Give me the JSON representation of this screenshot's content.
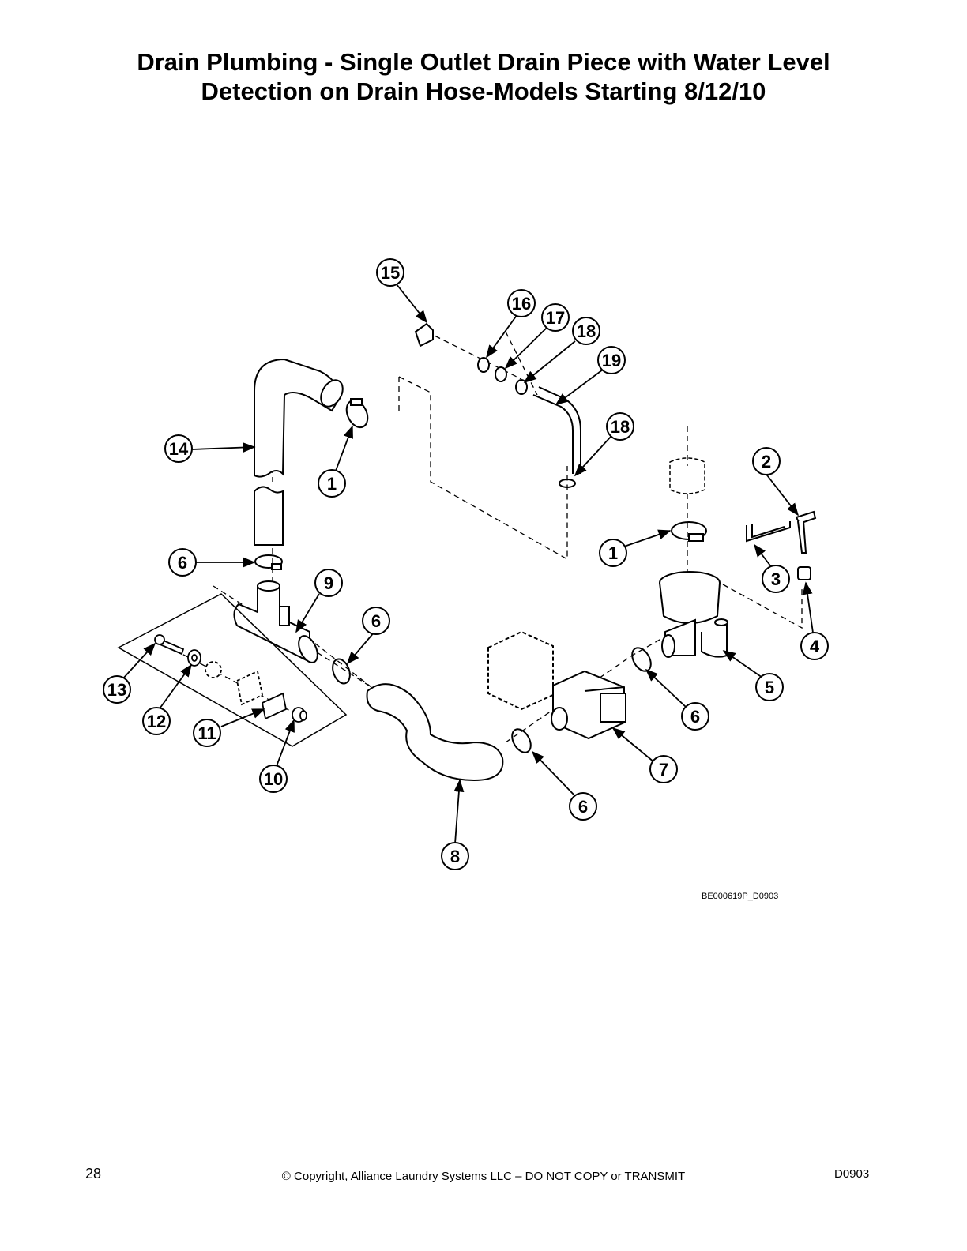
{
  "title": {
    "line1": "Drain Plumbing - Single Outlet Drain Piece with Water Level",
    "line2": "Detection on Drain Hose-Models Starting 8/12/10"
  },
  "diagram": {
    "callouts": [
      "15",
      "16",
      "17",
      "18",
      "19",
      "14",
      "1",
      "18",
      "2",
      "1",
      "3",
      "4",
      "6",
      "9",
      "6",
      "5",
      "13",
      "12",
      "11",
      "10",
      "6",
      "7",
      "6",
      "8"
    ],
    "figure_id": "BE000619P_D0903"
  },
  "footer": {
    "page_number": "28",
    "copyright": "© Copyright, Alliance Laundry Systems LLC – DO NOT COPY or TRANSMIT",
    "doc_code": "D0903"
  }
}
